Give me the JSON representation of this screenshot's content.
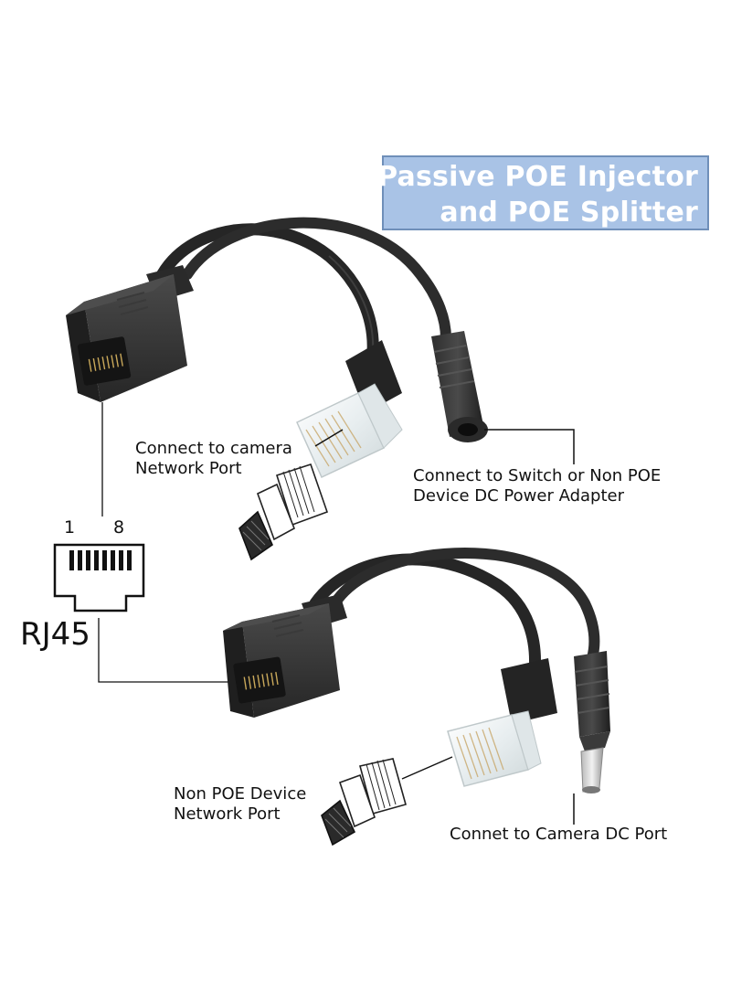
{
  "title": {
    "line1": "Passive POE Injector",
    "line2": "and POE Splitter"
  },
  "injector": {
    "camera_port_label_line1": "Connect to camera",
    "camera_port_label_line2": "Network Port",
    "power_label_line1": "Connect to Switch or Non POE",
    "power_label_line2": "Device DC Power Adapter"
  },
  "splitter": {
    "network_label_line1": "Non POE Device",
    "network_label_line2": "Network Port",
    "dc_label": "Connet to Camera DC Port"
  },
  "rj45_diagram": {
    "pin_left": "1",
    "pin_right": "8",
    "label": "RJ45"
  }
}
